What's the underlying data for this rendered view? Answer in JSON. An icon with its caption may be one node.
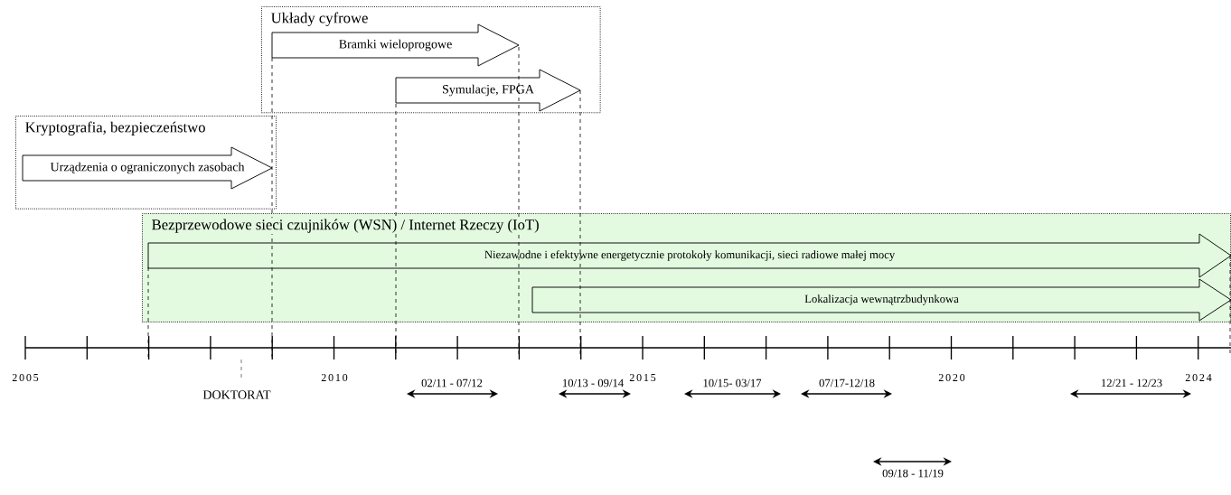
{
  "diagram": {
    "nodes": [
      {
        "text": [
          "Układy cyfrowe"
        ]
      },
      {
        "text": [
          "Bramki wieloprogowe"
        ],
        "in": 0
      },
      {
        "text": [
          "Symulacje, FPGA"
        ],
        "in": 0
      },
      {
        "text": [
          "Kryptografia, bezpieczeństwo"
        ]
      },
      {
        "text": [
          "Urządzenia o ograniczonych zasobach"
        ],
        "in": 3
      },
      {
        "text": [
          "Bezprzewodowe sieci czujników (WSN) / Internet Rzeczy (IoT)"
        ]
      },
      {
        "text": [
          "Niezawodne i efektywne energetycznie protokoły komunikacji, sieci radiowe małej mocy"
        ],
        "in": 5
      },
      {
        "text": [
          "Lokalizacja wewnątrzbudynkowa"
        ],
        "in": 5
      }
    ],
    "edges": [],
    "labels": [
      "2005",
      "2010",
      "2015",
      "2020",
      "2024",
      "DOKTORAT",
      "02/11 - 07/12",
      "10/13 - 09/14",
      "10/15- 03/17",
      "07/17-12/18",
      "09/18 - 11/19",
      "12/21 - 12/23"
    ]
  }
}
